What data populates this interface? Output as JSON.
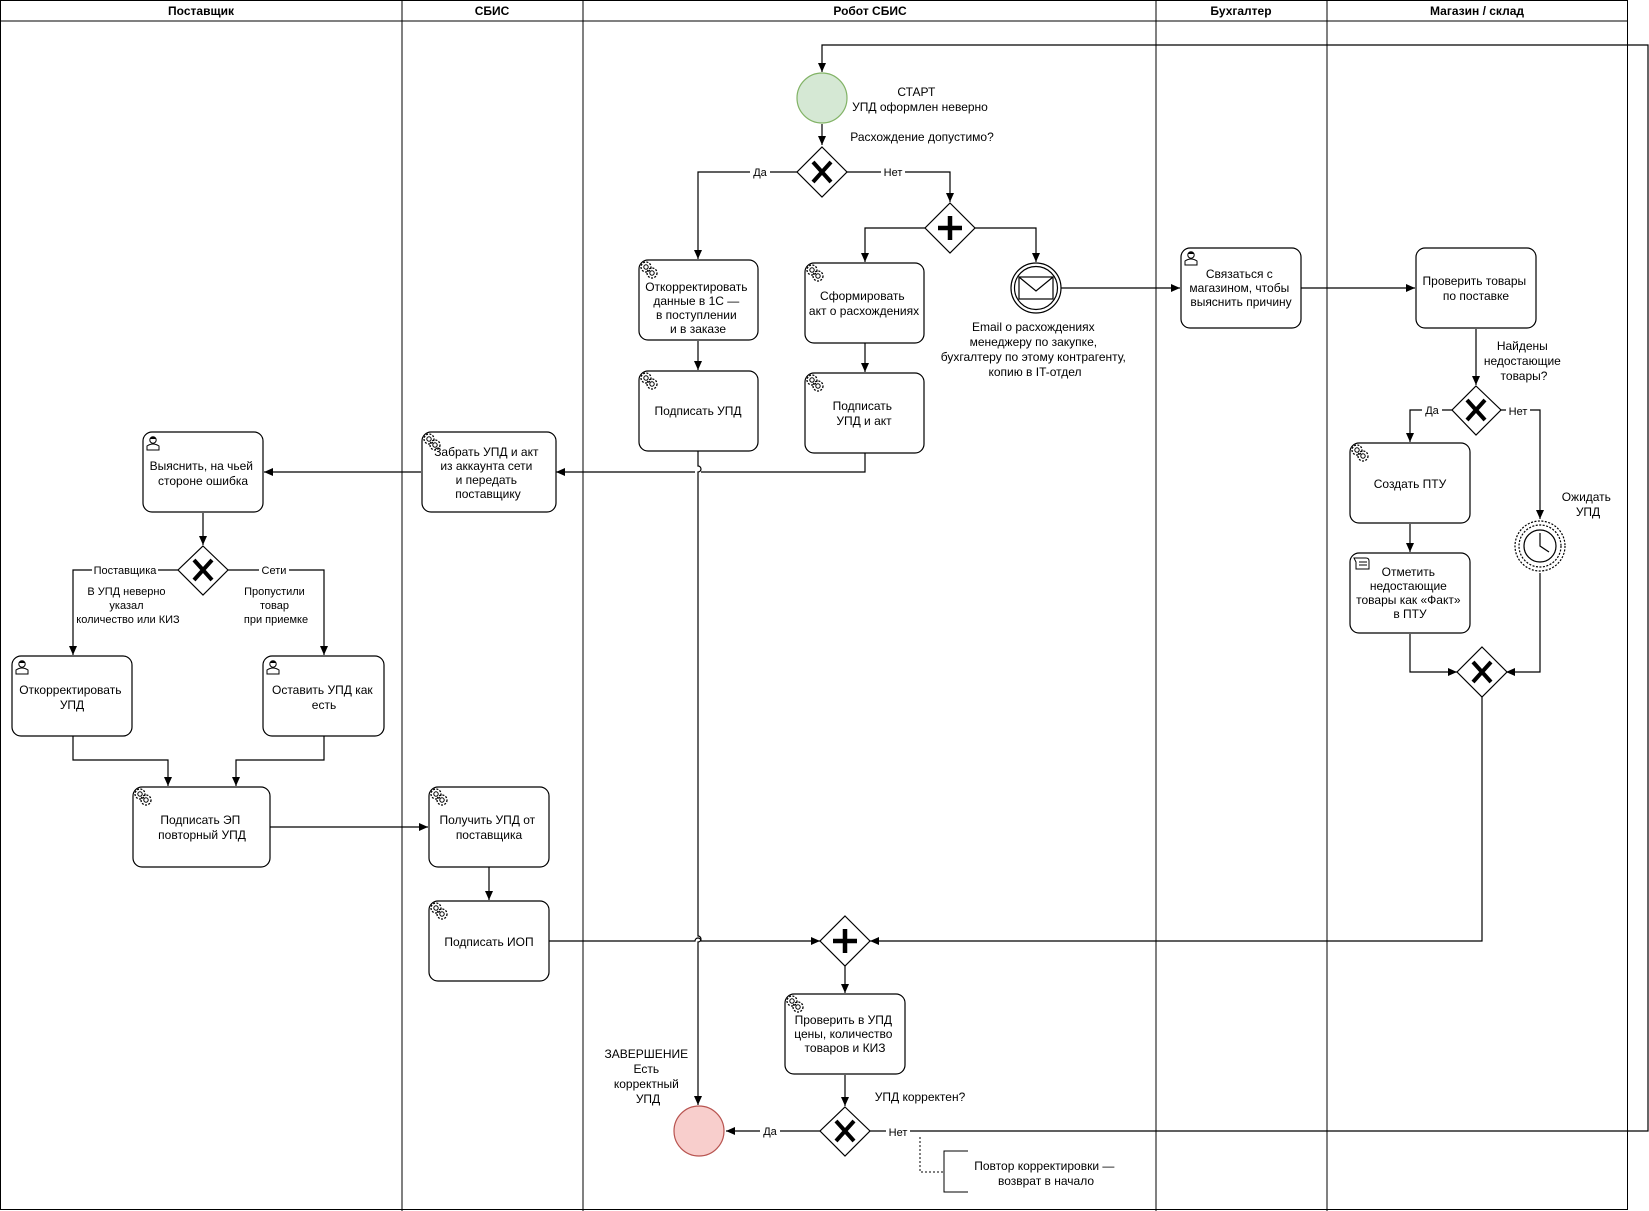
{
  "lanes": [
    {
      "title": "Поставщик"
    },
    {
      "title": "СБИС"
    },
    {
      "title": "Робот СБИС"
    },
    {
      "title": "Бухгалтер"
    },
    {
      "title": "Магазин / склад"
    }
  ],
  "tasks": {
    "correct_1c": [
      "Откорректировать",
      "данные в 1С —",
      "в поступлении",
      "и в заказе"
    ],
    "sign_upd_robot": [
      "Подписать УПД"
    ],
    "form_act": [
      "Сформировать",
      "акт о расхождениях"
    ],
    "sign_upd_act": [
      "Подписать",
      "УПД и акт"
    ],
    "take_upd_act": [
      "Забрать УПД и акт",
      "из аккаунта сети",
      "и передать",
      "поставщику"
    ],
    "find_fault": [
      "Выяснить, на чьей",
      "стороне ошибка"
    ],
    "correct_upd": [
      "Откорректировать",
      "УПД"
    ],
    "leave_upd": [
      "Оставить УПД как",
      "есть"
    ],
    "sign_ep": [
      "Подписать ЭП",
      "повторный УПД"
    ],
    "receive_upd": [
      "Получить УПД от",
      "поставщика"
    ],
    "sign_iop": [
      "Подписать ИОП"
    ],
    "contact_store": [
      "Связаться с",
      "магазином, чтобы",
      "выяснить причину"
    ],
    "check_goods": [
      "Проверить товары",
      "по поставке"
    ],
    "create_ptu": [
      "Создать ПТУ"
    ],
    "mark_fact": [
      "Отметить",
      "недостающие",
      "товары как «Факт»",
      "в ПТУ"
    ],
    "check_upd": [
      "Проверить в УПД",
      "цены, количество",
      "товаров и КИЗ"
    ]
  },
  "events": {
    "start": [
      "СТАРТ",
      "УПД оформлен неверно"
    ],
    "email": [
      "Email о расхождениях",
      "менеджеру по закупке,",
      "бухгалтеру по этому контрагенту,",
      "копию в IT-отдел"
    ],
    "timer": [
      "Ожидать",
      "УПД"
    ],
    "end": [
      "ЗАВЕРШЕНИЕ",
      "Есть",
      "корректный",
      "УПД"
    ]
  },
  "gateways": {
    "discrepancy_question": "Расхождение допустимо?",
    "found_question": [
      "Найдены",
      "недостающие",
      "товары?"
    ],
    "correct_question": "УПД корректен?"
  },
  "flow_labels": {
    "yes": "Да",
    "no": "Нет",
    "supplier": "Поставщика",
    "network": "Сети",
    "supplier_reason": [
      "В УПД неверно",
      "указал",
      "количество или КИЗ"
    ],
    "network_reason": [
      "Пропустили",
      "товар",
      "при приемке"
    ]
  },
  "annotation": [
    "Повтор корректировки —",
    "возврат в начало"
  ],
  "colors": {
    "start_fill": "#d5e8d4",
    "start_stroke": "#82b366",
    "end_fill": "#f8cecc",
    "end_stroke": "#b85450",
    "line": "#000000"
  }
}
